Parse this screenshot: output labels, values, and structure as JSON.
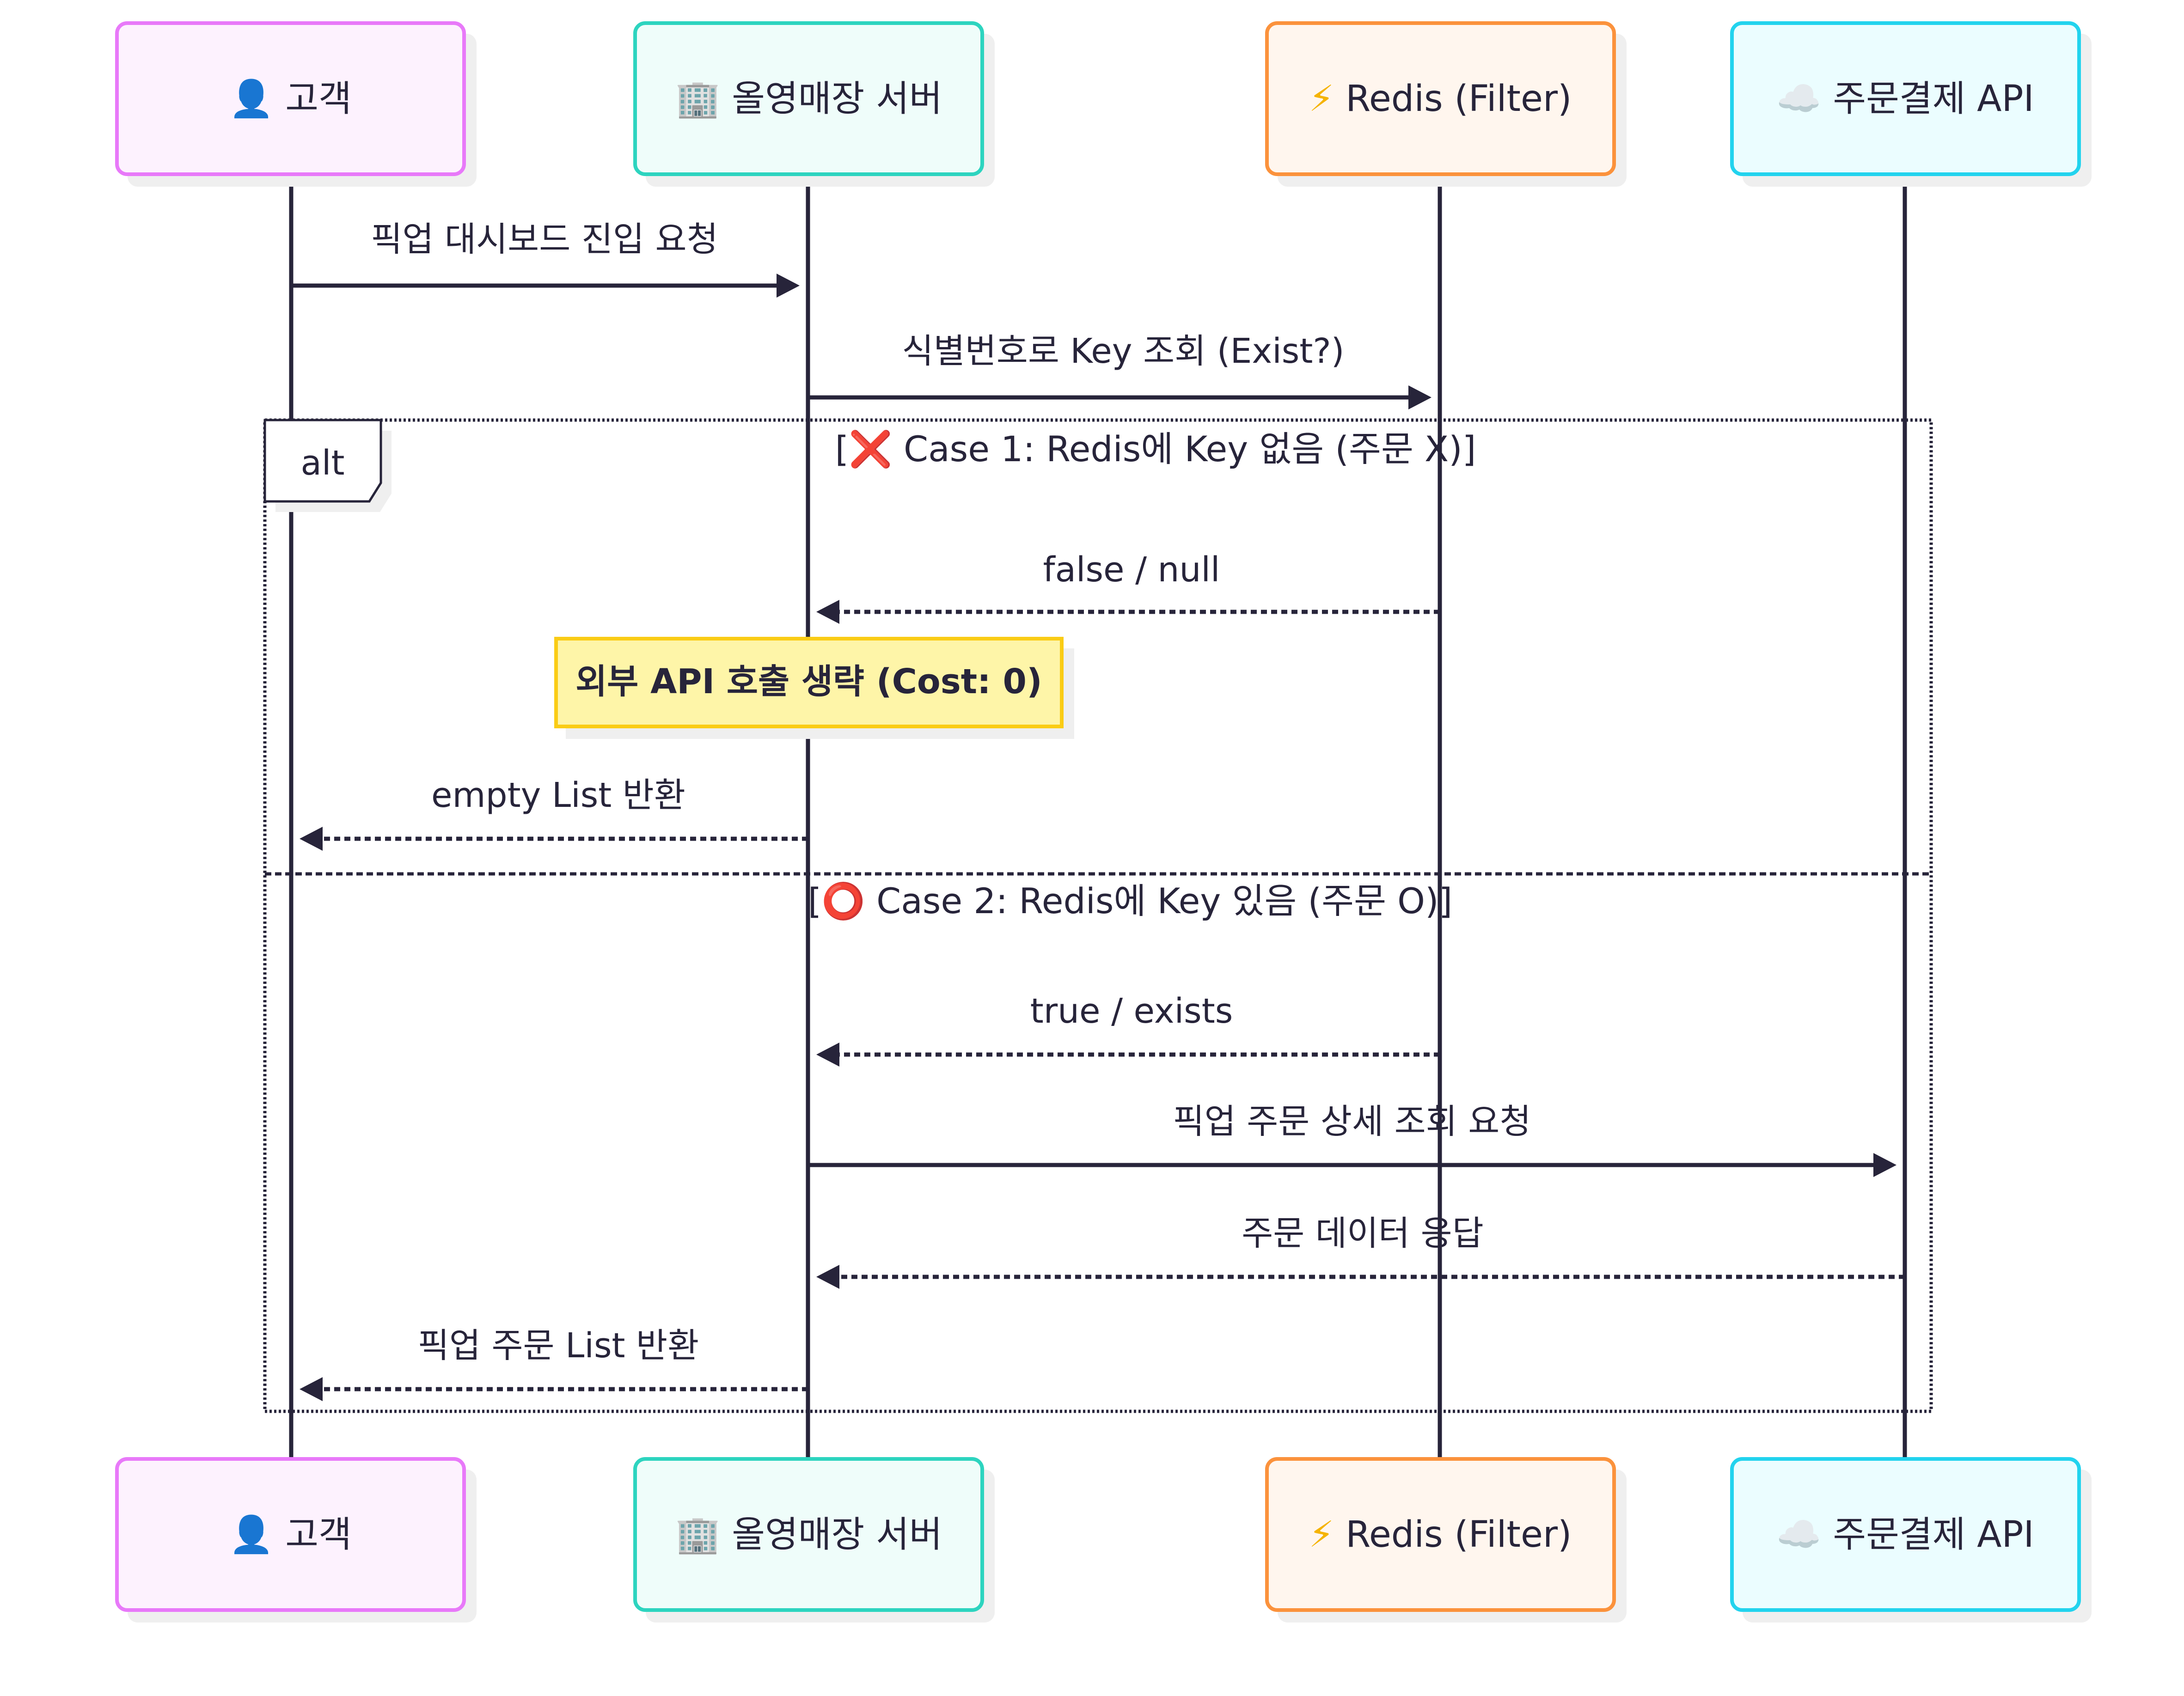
{
  "diagram": {
    "type": "sequence",
    "participants": [
      {
        "id": "customer",
        "icon": "👤",
        "icon_name": "person-icon",
        "label": "고객",
        "border": "#e879f9",
        "fill": "#fdf2fe"
      },
      {
        "id": "server",
        "icon": "🏢",
        "icon_name": "office-building-icon",
        "label": "올영매장 서버",
        "border": "#2dd4bf",
        "fill": "#effdfa"
      },
      {
        "id": "redis",
        "icon": "⚡",
        "icon_name": "lightning-icon",
        "label": "Redis (Filter)",
        "border": "#fb923c",
        "fill": "#fff6ee"
      },
      {
        "id": "orderapi",
        "icon": "☁️",
        "icon_name": "cloud-icon",
        "label": "주문결제 API",
        "border": "#22d3ee",
        "fill": "#ebfdff"
      }
    ],
    "messages": [
      {
        "from": "customer",
        "to": "server",
        "style": "solid",
        "label": "픽업 대시보드 진입 요청"
      },
      {
        "from": "server",
        "to": "redis",
        "style": "solid",
        "label": "식별번호로 Key 조회 (Exist?)"
      },
      {
        "from": "redis",
        "to": "server",
        "style": "dashed",
        "label": "false / null"
      },
      {
        "from": "server",
        "to": "customer",
        "style": "dashed",
        "label": "empty List 반환"
      },
      {
        "from": "redis",
        "to": "server",
        "style": "dashed",
        "label": "true / exists"
      },
      {
        "from": "server",
        "to": "orderapi",
        "style": "solid",
        "label": "픽업 주문 상세 조회 요청"
      },
      {
        "from": "orderapi",
        "to": "server",
        "style": "dashed",
        "label": "주문 데이터 응답"
      },
      {
        "from": "server",
        "to": "customer",
        "style": "dashed",
        "label": "픽업 주문 List 반환"
      }
    ],
    "alt": {
      "keyword": "alt",
      "case1": {
        "open": "[",
        "icon": "❌",
        "icon_name": "cross-mark-icon",
        "text": " Case 1: Redis에 Key 없음 (주문 X)",
        "close": "]",
        "icon_color": "#e00000"
      },
      "case2": {
        "open": "[",
        "icon": "⭕",
        "icon_name": "hollow-circle-icon",
        "text": " Case 2: Redis에 Key 있음 (주문 O)",
        "close": "]",
        "icon_color": "#e00000"
      }
    },
    "note": {
      "text": "외부 API 호출 생략 (Cost: 0)",
      "border": "#facc15",
      "fill": "#fef5a8"
    },
    "colors": {
      "line": "#27243a",
      "text": "#27243a",
      "shadow": "#efefef"
    }
  }
}
